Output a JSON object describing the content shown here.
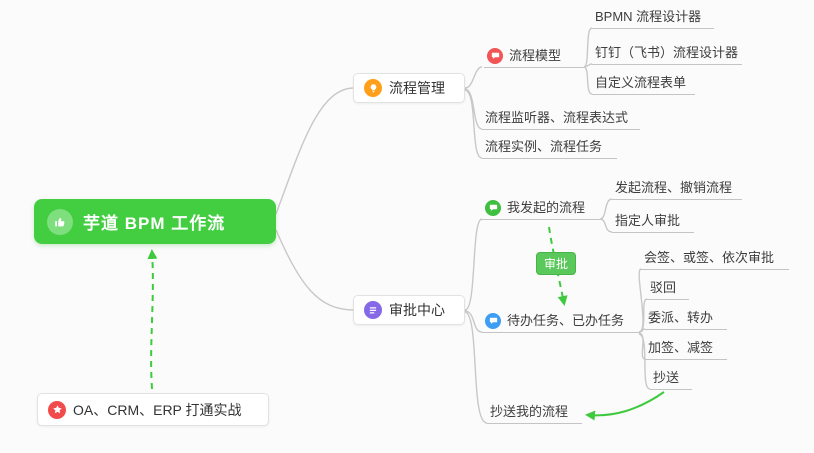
{
  "mindmap": {
    "root": {
      "label": "芋道 BPM 工作流"
    },
    "practice": {
      "label": "OA、CRM、ERP 打通实战"
    },
    "process_management": {
      "label": "流程管理",
      "process_model": {
        "label": "流程模型",
        "children": [
          "BPMN 流程设计器",
          "钉钉（飞书）流程设计器",
          "自定义流程表单"
        ]
      },
      "listener_expression": {
        "label": "流程监听器、流程表达式"
      },
      "instance_task": {
        "label": "流程实例、流程任务"
      }
    },
    "approval_center": {
      "label": "审批中心",
      "my_initiated": {
        "label": "我发起的流程",
        "children": [
          "发起流程、撤销流程",
          "指定人审批"
        ]
      },
      "todo_done": {
        "label": "待办任务、已办任务",
        "children": [
          "会签、或签、依次审批",
          "驳回",
          "委派、转办",
          "加签、减签",
          "抄送"
        ]
      },
      "cc_my_flow": {
        "label": "抄送我的流程"
      }
    },
    "approval_badge": {
      "label": "审批"
    }
  },
  "colors": {
    "root_green": "#43ce42",
    "arrow_green": "#3fc93f",
    "connector_gray": "#c8c8c8",
    "icon_orange": "#ff9f1a",
    "icon_purple": "#8569e6",
    "icon_red": "#f25555",
    "icon_green": "#3fbf3f",
    "icon_blue": "#3d9df5",
    "icon_star_red": "#f24b4b"
  }
}
